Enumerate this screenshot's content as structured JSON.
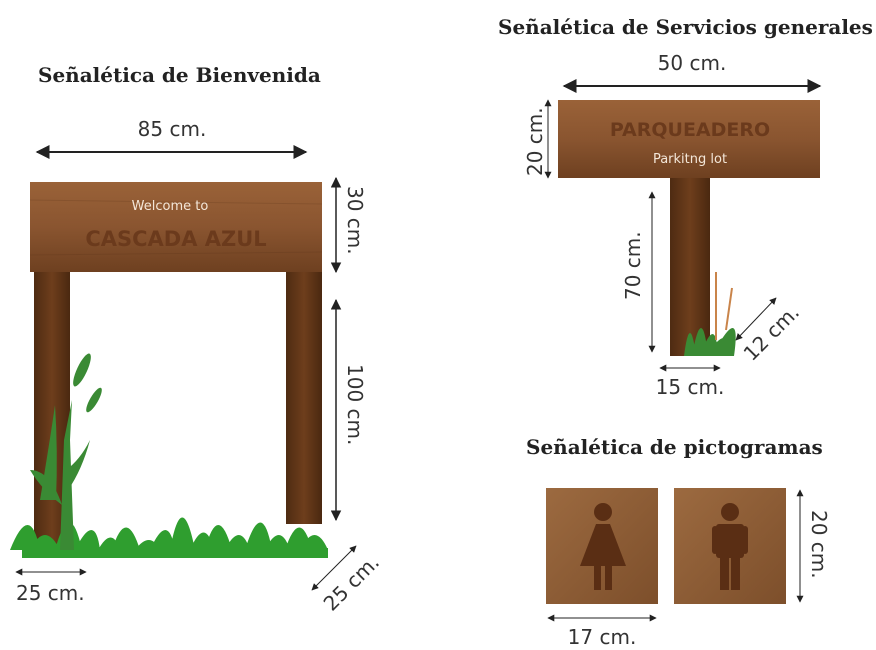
{
  "sections": {
    "welcome": {
      "title": "Señalética de Bienvenida",
      "sign_small": "Welcome to",
      "sign_big": "CASCADA AZUL",
      "dims": {
        "width": "85 cm.",
        "board_height": "30 cm.",
        "post_height": "100 cm.",
        "post_width": "25 cm.",
        "depth": "25 cm."
      }
    },
    "services": {
      "title": "Señalética de Servicios generales",
      "sign_big": "PARQUEADERO",
      "sign_small": "Parkitng lot",
      "dims": {
        "width": "50 cm.",
        "board_height": "20 cm.",
        "post_height": "70 cm.",
        "post_width": "15 cm.",
        "depth": "12 cm."
      }
    },
    "pictograms": {
      "title": "Señalética de pictogramas",
      "dims": {
        "width": "17 cm.",
        "height": "20 cm."
      },
      "icons": [
        "woman-icon",
        "man-icon"
      ]
    }
  },
  "colors": {
    "wood": "#8a5530",
    "wood_dark": "#5a3418",
    "grass": "#2f9e2f",
    "pictogram": "#5a2e14"
  }
}
